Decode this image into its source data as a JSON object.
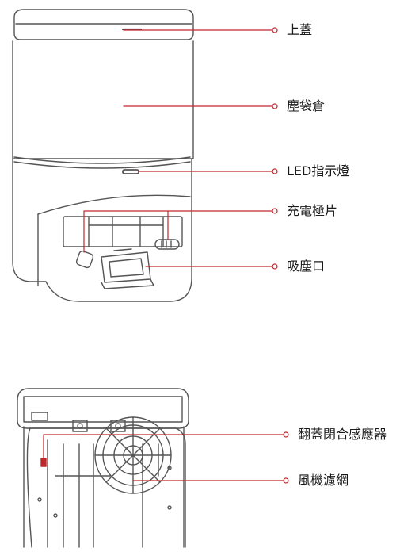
{
  "colors": {
    "leader_line": "#c0272d",
    "outline": "#555555",
    "label_text": "#1a1a1a"
  },
  "figures": {
    "front_view": {
      "name": "dock-front-view"
    },
    "open_view": {
      "name": "dock-open-lid-view"
    }
  },
  "callouts": [
    {
      "id": "top-lid",
      "label": "上蓋"
    },
    {
      "id": "dust-bag-compartment",
      "label": "塵袋倉"
    },
    {
      "id": "led-indicator",
      "label": "LED指示燈"
    },
    {
      "id": "charging-contacts",
      "label": "充電極片"
    },
    {
      "id": "suction-inlet",
      "label": "吸塵口"
    },
    {
      "id": "lid-close-sensor",
      "label": "翻蓋閉合感應器"
    },
    {
      "id": "fan-filter",
      "label": "風機濾網"
    }
  ]
}
